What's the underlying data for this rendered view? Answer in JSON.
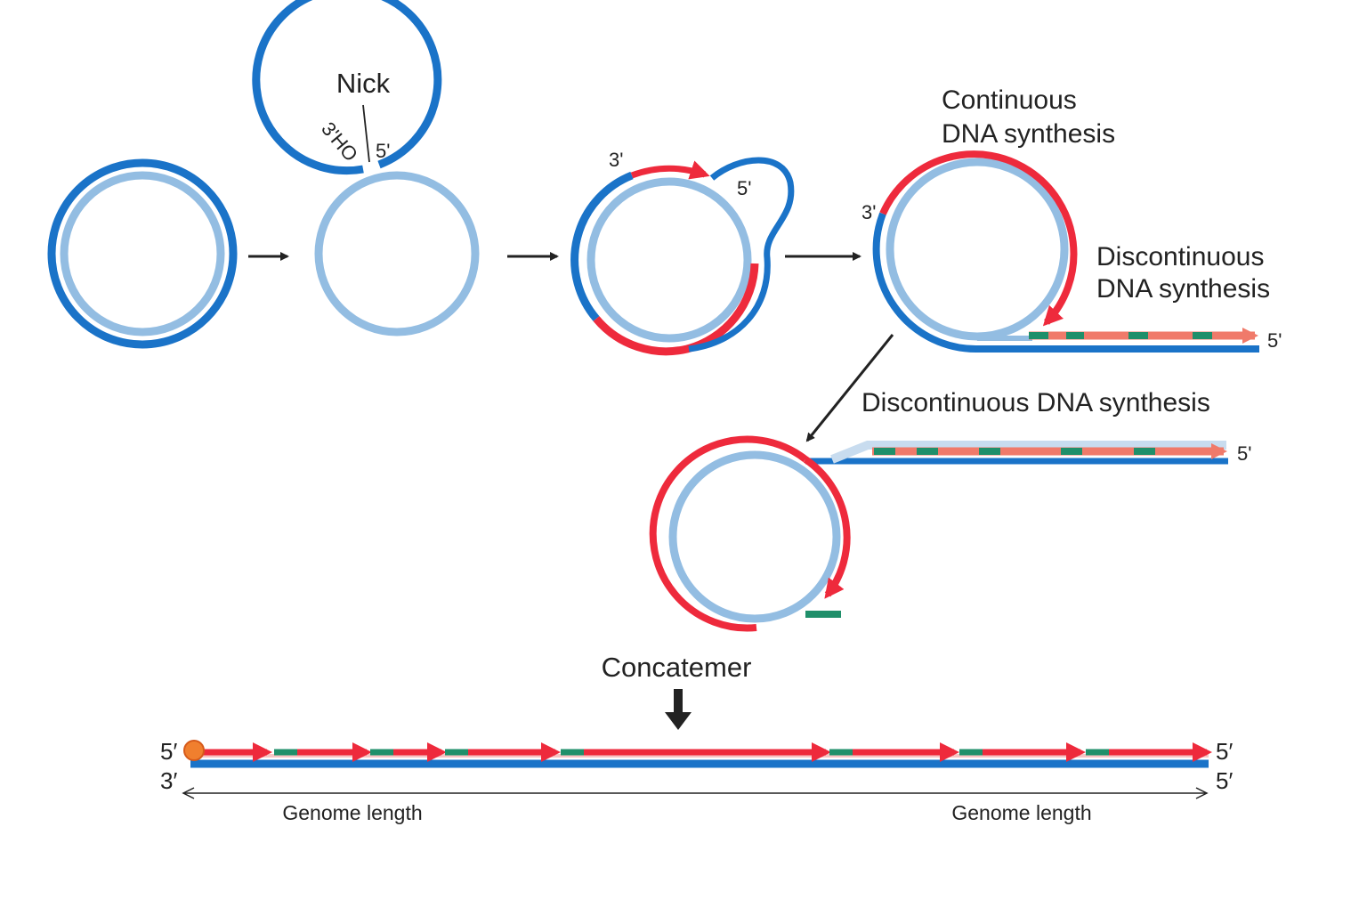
{
  "labels": {
    "nick": "Nick",
    "three_ho": "3'HO",
    "five_prime": "5'",
    "three_prime": "3'",
    "continuous_line1": "Continuous",
    "continuous_line2": "DNA synthesis",
    "discontinuous_line1": "Discontinuous",
    "discontinuous_line2": "DNA synthesis",
    "discontinuous_full": "Discontinuous DNA synthesis",
    "concatemer": "Concatemer",
    "five_prime_curly": "5′",
    "three_prime_curly": "3′",
    "genome_length": "Genome length"
  },
  "colors": {
    "dark_blue": "#1a73c8",
    "light_blue": "#93bde2",
    "red": "#ee2a3c",
    "salmon": "#f07a6a",
    "green": "#1f8f6a",
    "orange": "#f07f2e",
    "arrow": "#222222"
  }
}
